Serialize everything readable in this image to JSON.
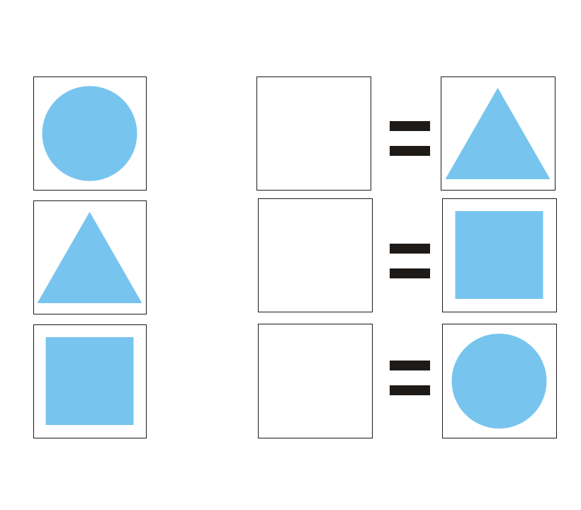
{
  "colors": {
    "shape_fill": "#77C4EF",
    "box_border": "#1a1a1a",
    "equals_sign": "#1d1a17",
    "background": "#ffffff"
  },
  "rows": [
    {
      "left_shape": "circle",
      "middle": "empty",
      "operator": "equals",
      "right_shape": "triangle"
    },
    {
      "left_shape": "triangle",
      "middle": "empty",
      "operator": "equals",
      "right_shape": "square"
    },
    {
      "left_shape": "square",
      "middle": "empty",
      "operator": "equals",
      "right_shape": "circle"
    }
  ]
}
